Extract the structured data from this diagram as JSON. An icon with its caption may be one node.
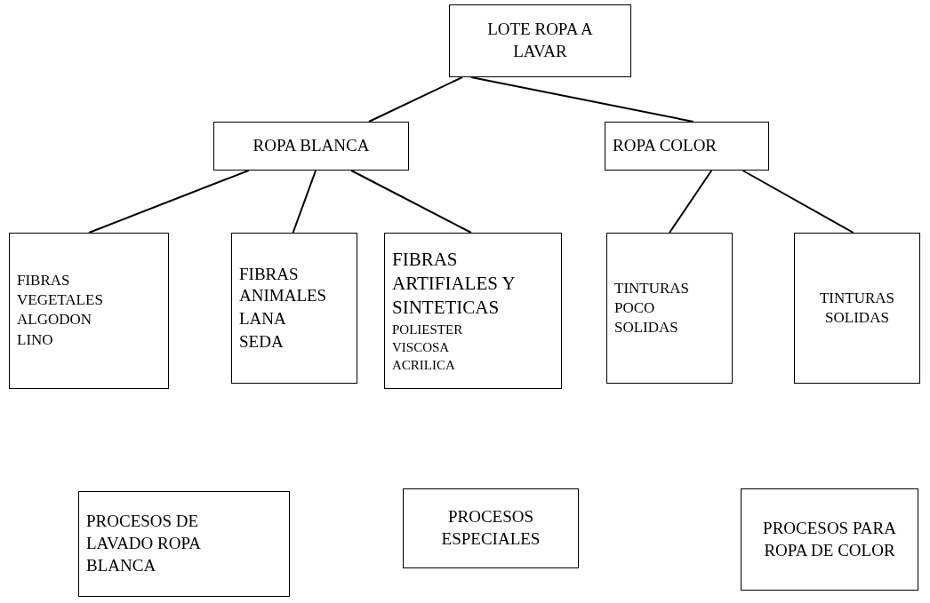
{
  "diagram": {
    "nodes": [
      {
        "text": [
          "LOTE ROPA A LAVAR"
        ]
      },
      {
        "text": [
          "ROPA BLANCA"
        ]
      },
      {
        "text": [
          "ROPA COLOR"
        ]
      },
      {
        "text": [
          "FIBRAS VEGETALES",
          "ALGODON LINO"
        ]
      },
      {
        "text": [
          "FIBRAS ANIMALES",
          "LANA SEDA"
        ]
      },
      {
        "text": [
          "FIBRAS ARTIFIALES Y SINTETICAS",
          "POLIESTER VISCOSA ACRILICA"
        ]
      },
      {
        "text": [
          "TINTURAS POCO SOLIDAS"
        ]
      },
      {
        "text": [
          "TINTURAS SOLIDAS"
        ]
      },
      {
        "text": [
          "PROCESOS DE LAVADO ROPA BLANCA"
        ]
      },
      {
        "text": [
          "PROCESOS ESPECIALES"
        ]
      },
      {
        "text": [
          "PROCESOS PARA ROPA DE COLOR"
        ]
      }
    ],
    "edges": [
      {
        "from": 0,
        "to": 1,
        "arrow": "none"
      },
      {
        "from": 0,
        "to": 2,
        "arrow": "none"
      },
      {
        "from": 1,
        "to": 3,
        "arrow": "none"
      },
      {
        "from": 1,
        "to": 4,
        "arrow": "none"
      },
      {
        "from": 1,
        "to": 5,
        "arrow": "none"
      },
      {
        "from": 2,
        "to": 6,
        "arrow": "none"
      },
      {
        "from": 2,
        "to": 7,
        "arrow": "none"
      }
    ]
  }
}
